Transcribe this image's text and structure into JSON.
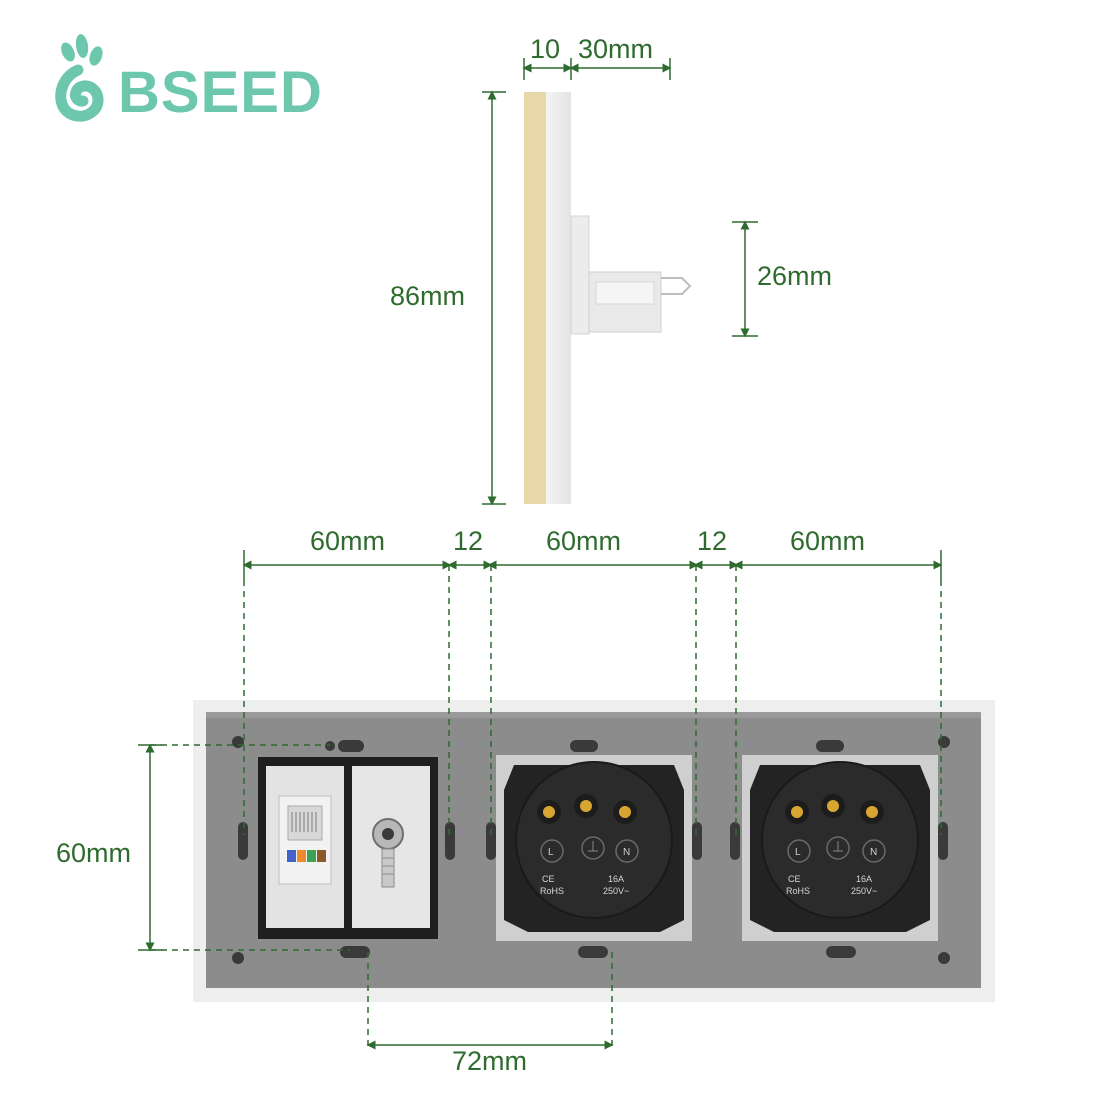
{
  "brand": {
    "name": "BSEED",
    "color": "#6cc7ad"
  },
  "colors": {
    "dimension": "#2f6b2f",
    "frame_gold": "#e8d7a8",
    "panel_grey": "#8c8c8c",
    "module_black": "#232323"
  },
  "side_view": {
    "plate_thickness": "10",
    "depth": "30mm",
    "height": "86mm",
    "module_height": "26mm"
  },
  "front_view": {
    "module_widths": [
      "60mm",
      "12",
      "60mm",
      "12",
      "60mm"
    ],
    "module_height": "60mm",
    "mounting_spacing": "72mm"
  },
  "outlet": {
    "terminals": [
      "L",
      "N"
    ],
    "rating": "16A",
    "voltage": "250V~",
    "certs": [
      "CE",
      "RoHS"
    ]
  },
  "icons": [
    "bseed-logo-icon",
    "rj45-jack-icon",
    "coax-connector-icon",
    "ground-symbol-icon"
  ]
}
